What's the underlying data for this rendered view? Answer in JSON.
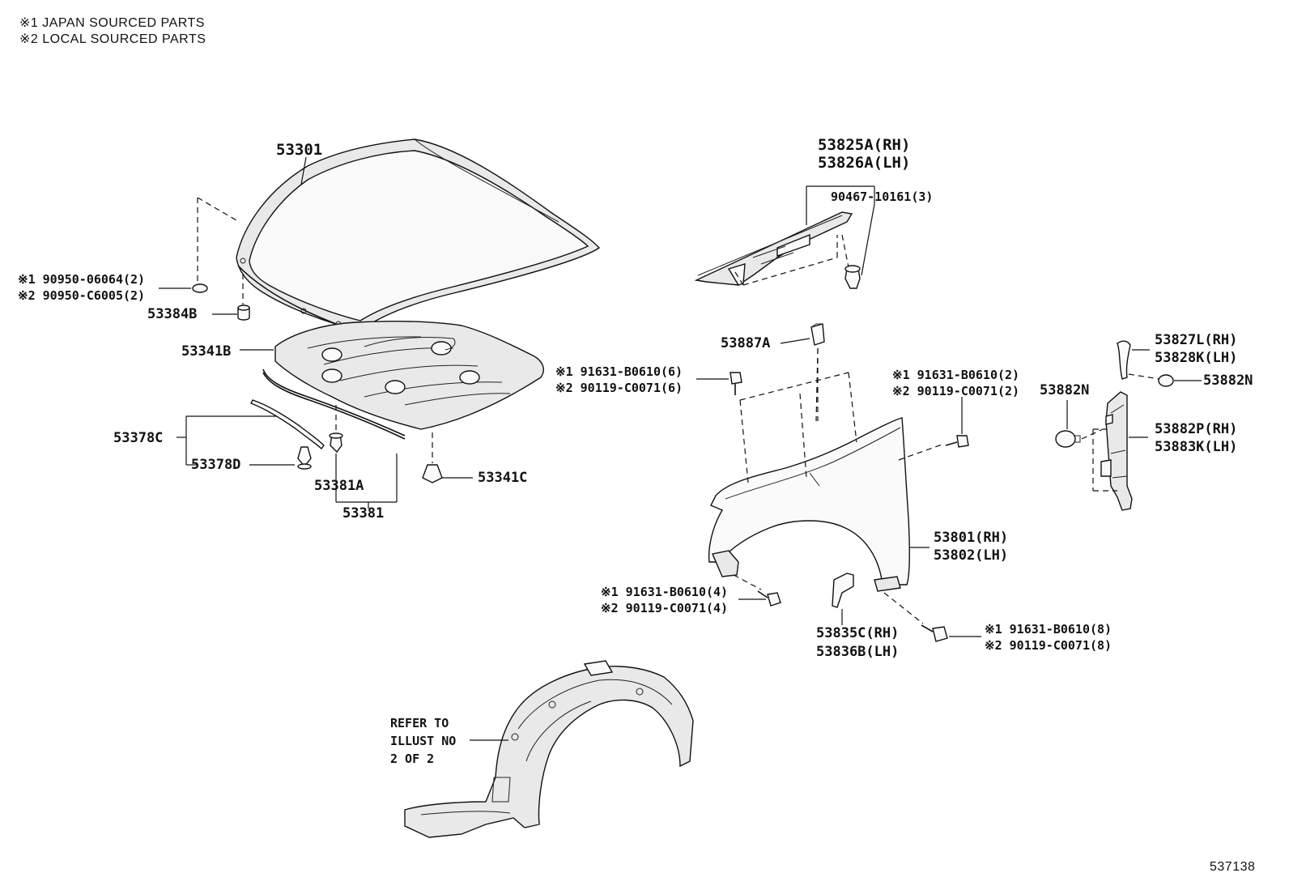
{
  "notes": [
    "※1 JAPAN SOURCED PARTS",
    "※2 LOCAL SOURCED PARTS"
  ],
  "labels": {
    "hood": "53301",
    "nut1": "※1 90950-06064(2)",
    "nut2": "※2 90950-C6005(2)",
    "cushion": "53384B",
    "insulator": "53341B",
    "seal_c": "53378C",
    "seal_d": "53378D",
    "clip_a": "53381A",
    "clip": "53381",
    "clip_c": "53341C",
    "cowl_rh": "53825A(RH)",
    "cowl_lh": "53826A(LH)",
    "cowl_clip": "90467-10161(3)",
    "pad": "53887A",
    "bolt6_1": "※1 91631-B0610(6)",
    "bolt6_2": "※2 90119-C0071(6)",
    "bolt2_1": "※1 91631-B0610(2)",
    "bolt2_2": "※2 90119-C0071(2)",
    "seal_rh": "53827L(RH)",
    "seal_lh": "53828K(LH)",
    "plug": "53882N",
    "plug2": "53882N",
    "brkt_rh": "53882P(RH)",
    "brkt_lh": "53883K(LH)",
    "fender_rh": "53801(RH)",
    "fender_lh": "53802(LH)",
    "bolt4_1": "※1 91631-B0610(4)",
    "bolt4_2": "※2 90119-C0071(4)",
    "brace_rh": "53835C(RH)",
    "brace_lh": "53836B(LH)",
    "bolt8_1": "※1 91631-B0610(8)",
    "bolt8_2": "※2 90119-C0071(8)",
    "refer1": "REFER TO",
    "refer2": "ILLUST NO",
    "refer3": "2 OF 2",
    "figno": "537138"
  }
}
